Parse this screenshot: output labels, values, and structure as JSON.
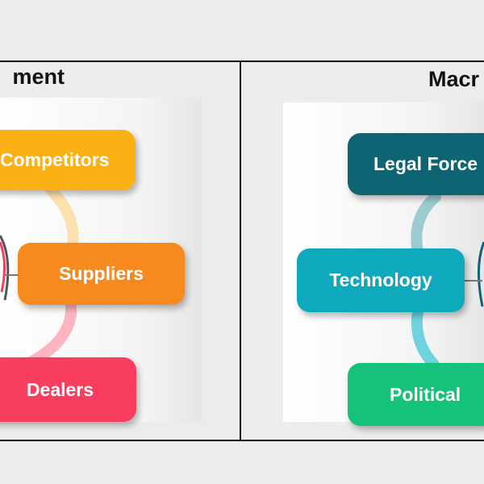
{
  "left_section": {
    "heading": "ment",
    "items": [
      "Competitors",
      "Suppliers",
      "Dealers"
    ]
  },
  "right_section": {
    "heading": "Macr",
    "items": [
      "Legal Force",
      "Technology",
      "Political"
    ]
  },
  "colors": {
    "competitors": "#fbb116",
    "suppliers": "#f68a1e",
    "dealers": "#f83d5e",
    "legal_force": "#0e6473",
    "technology": "#0fa9be",
    "political": "#15c27a"
  }
}
